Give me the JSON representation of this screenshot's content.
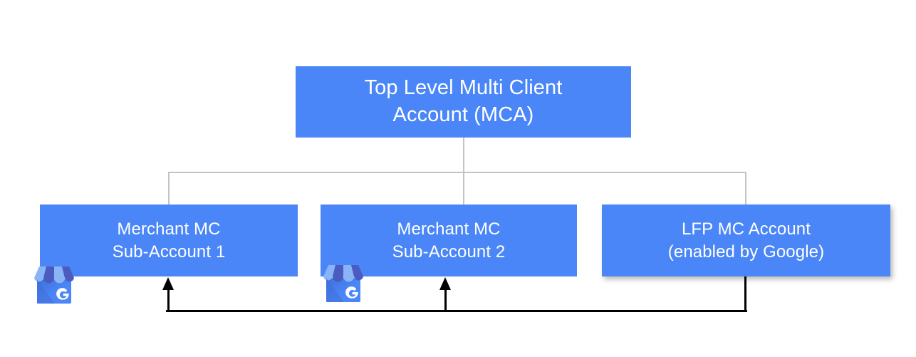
{
  "diagram": {
    "title_root": {
      "line1": "Top Level Multi Client",
      "line2": "Account (MCA)"
    },
    "sub_account_1": {
      "line1": "Merchant MC",
      "line2": "Sub-Account 1"
    },
    "sub_account_2": {
      "line1": "Merchant MC",
      "line2": "Sub-Account 2"
    },
    "lfp_account": {
      "line1": "LFP MC Account",
      "line2": "(enabled by Google)"
    },
    "icons": {
      "gbp_1": "google-business-profile-icon",
      "gbp_2": "google-business-profile-icon",
      "arrow_1": "arrow-up-icon",
      "arrow_2": "arrow-up-icon"
    },
    "colors": {
      "node_fill": "#4a86f7",
      "node_text": "#ffffff",
      "tree_connector": "#c3c3c3",
      "feedback_connector": "#000000",
      "background": "#ffffff",
      "gbp_awning_light": "#8ab4f8",
      "gbp_awning_dark": "#5c6bc0",
      "gbp_body": "#4a86f7"
    }
  }
}
